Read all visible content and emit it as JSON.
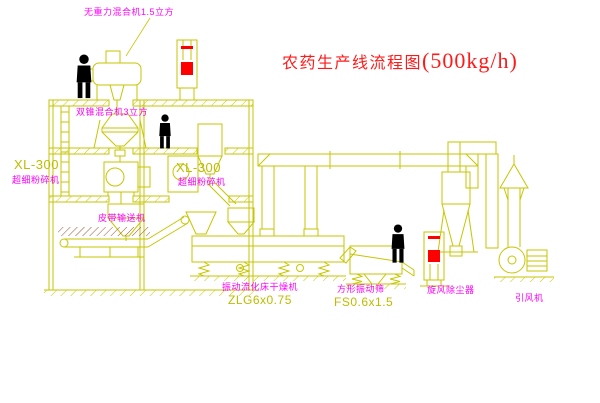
{
  "diagram": {
    "title": "农药生产线流程图",
    "title_capacity": "(500kg/h)"
  },
  "equipment_labels": {
    "gravity_mixer": "无重力混合机1.5立方",
    "double_cone_mixer": "双锥混合机3立方",
    "pulverizer_left": {
      "model": "XL-300",
      "name": "超细粉碎机"
    },
    "pulverizer_center": {
      "model": "XL-300",
      "name": "超细粉碎机"
    },
    "belt_conveyor": "皮带输送机",
    "dryer": {
      "name": "振动流化床干燥机",
      "model": "ZLG6x0.75"
    },
    "screen": {
      "name": "方形振动筛",
      "model": "FS0.6x1.5"
    },
    "cyclone": "旋风除尘器",
    "fan": "引风机"
  },
  "colors": {
    "line_yellow": "#c6c600",
    "label_magenta": "#ff00ff",
    "label_yellow": "#bcbc00",
    "title_red": "#ff1a1a",
    "foundation_hatch_brown": "#a0522d",
    "emblem_red": "#ff0000",
    "figure_black": "#000000",
    "background": "#ffffff"
  }
}
